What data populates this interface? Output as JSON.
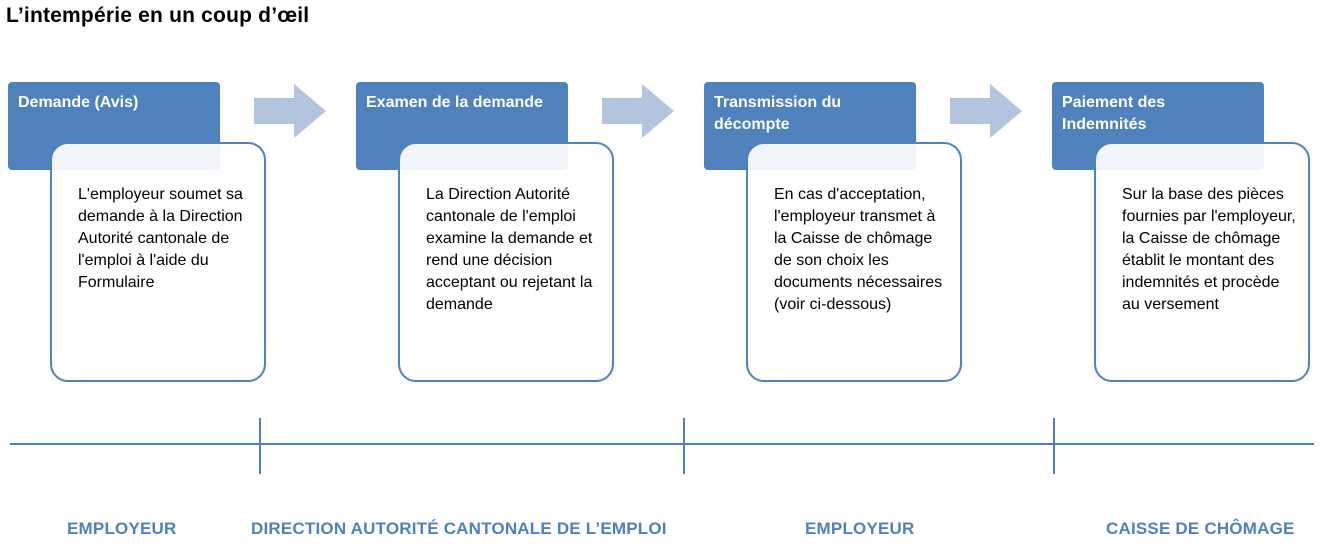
{
  "title": "L’intempérie en un coup d’œil",
  "colors": {
    "accent": "#4f81bd",
    "arrow": "#b3c4de"
  },
  "steps": [
    {
      "heading": "Demande (Avis)",
      "text": "L'employeur soumet sa demande à la Direction Autorité cantonale de l'emploi à l'aide du Formulaire"
    },
    {
      "heading": "Examen de la demande",
      "text": "La Direction Autorité cantonale de l'emploi examine la demande et rend une décision acceptant ou rejetant la demande"
    },
    {
      "heading": "Transmission du décompte",
      "text": "En cas d'acceptation, l'employeur transmet à la Caisse de chômage de son choix les documents nécessaires (voir ci-dessous)"
    },
    {
      "heading": "Paiement des Indemnités",
      "text": "Sur la base des pièces fournies par l'employeur, la Caisse de chômage établit le montant des indemnités et procède au versement"
    }
  ],
  "lanes": [
    "EMPLOYEUR",
    "DIRECTION AUTORITÉ CANTONALE DE L’EMPLOI",
    "EMPLOYEUR",
    "CAISSE DE CHÔMAGE"
  ]
}
